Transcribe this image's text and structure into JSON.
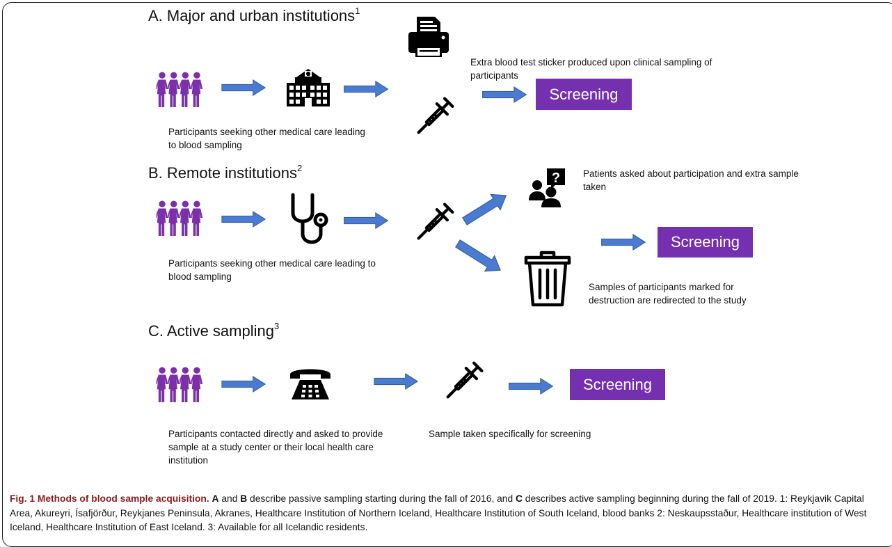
{
  "colors": {
    "people": "#7b2fa8",
    "arrow": "#4a7bd0",
    "arrow_stroke": "#35609f",
    "screening_box": "#7530b0",
    "caption_lead": "#8b1a1a"
  },
  "icons": {
    "people": "people-group-icon",
    "hospital": "hospital-icon",
    "printer": "printer-icon",
    "syringe": "syringe-icon",
    "stethoscope": "stethoscope-icon",
    "question": "people-question-icon",
    "trash": "trash-can-icon",
    "phone": "telephone-icon",
    "arrow": "right-arrow-icon"
  },
  "section_a": {
    "title": "A. Major and urban institutions",
    "sup": "1",
    "printer_note": "Extra blood test sticker produced upon clinical sampling of participants",
    "participants_note": "Participants seeking other medical care leading to blood sampling",
    "screening": "Screening"
  },
  "section_b": {
    "title": "B. Remote institutions",
    "sup": "2",
    "patients_note": "Patients asked about participation and extra sample taken",
    "participants_note": "Participants seeking other medical care leading to blood sampling",
    "destruction_note": "Samples of participants marked for destruction are redirected to the study",
    "screening": "Screening"
  },
  "section_c": {
    "title": "C. Active sampling",
    "sup": "3",
    "participants_note": "Participants contacted directly and asked to provide sample at a study center or their local health care institution",
    "sample_note": "Sample taken specifically for screening",
    "screening": "Screening"
  },
  "caption": {
    "lead": "Fig. 1 Methods of blood sample acquisition.",
    "a": "A",
    "and": "and",
    "b": "B",
    "text1": "describe passive sampling starting during the fall of 2016, and",
    "c": "C",
    "text2": "describes active sampling beginning during the fall of 2019. 1: Reykjavik Capital Area, Akureyri, Ísafjörður, Reykjanes Peninsula, Akranes, Healthcare Institution of Northern Iceland, Healthcare Institution of South Iceland, blood banks 2: Neskaupsstaður, Healthcare institution of West Iceland, Healthcare Institution of East Iceland. 3: Available for all Icelandic residents."
  }
}
